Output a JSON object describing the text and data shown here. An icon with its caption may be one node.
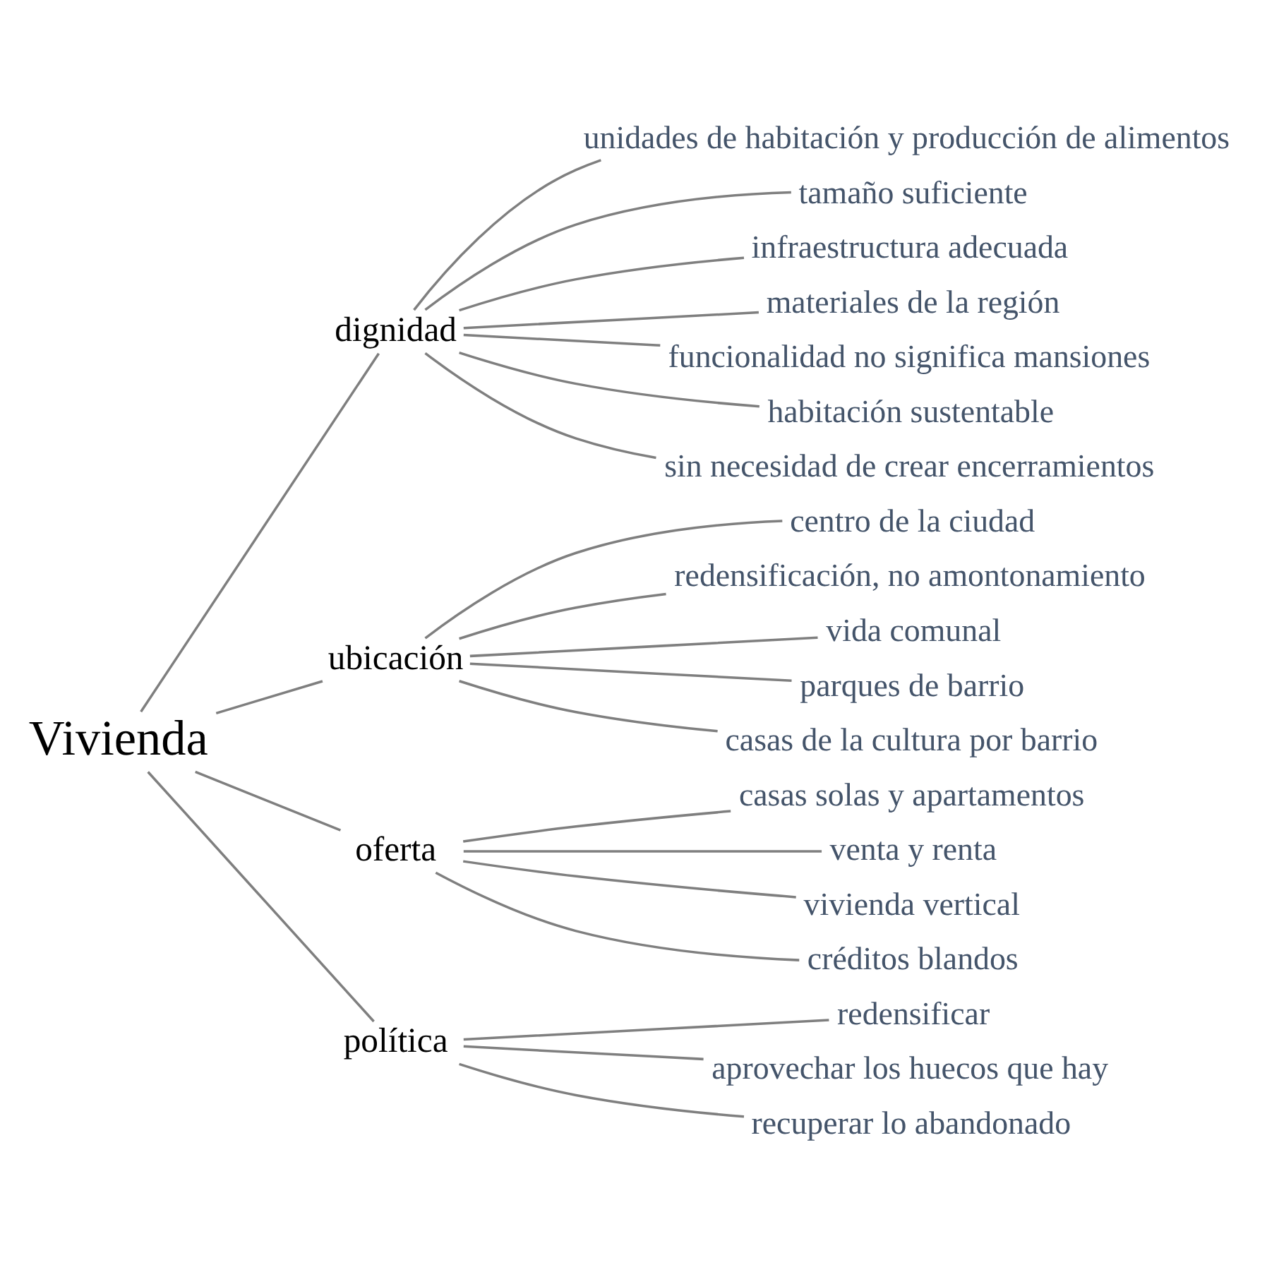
{
  "diagram": {
    "nodes": [
      {
        "text": [
          "Vivienda"
        ]
      },
      {
        "text": [
          "dignidad"
        ]
      },
      {
        "text": [
          "unidades de habitación y producción de alimentos"
        ]
      },
      {
        "text": [
          "tamaño suficiente"
        ]
      },
      {
        "text": [
          "infraestructura adecuada"
        ]
      },
      {
        "text": [
          "materiales de la región"
        ]
      },
      {
        "text": [
          "funcionalidad no significa mansiones"
        ]
      },
      {
        "text": [
          "habitación sustentable"
        ]
      },
      {
        "text": [
          "sin necesidad de crear encerramientos"
        ]
      },
      {
        "text": [
          "ubicación"
        ]
      },
      {
        "text": [
          "centro de la ciudad"
        ]
      },
      {
        "text": [
          "redensificación, no amontonamiento"
        ]
      },
      {
        "text": [
          "vida comunal"
        ]
      },
      {
        "text": [
          "parques de barrio"
        ]
      },
      {
        "text": [
          "casas de la cultura por barrio"
        ]
      },
      {
        "text": [
          "oferta"
        ]
      },
      {
        "text": [
          "casas solas y apartamentos"
        ]
      },
      {
        "text": [
          "venta y renta"
        ]
      },
      {
        "text": [
          "vivienda vertical"
        ]
      },
      {
        "text": [
          "créditos blandos"
        ]
      },
      {
        "text": [
          "política"
        ]
      },
      {
        "text": [
          "redensificar"
        ]
      },
      {
        "text": [
          "aprovechar los huecos que hay"
        ]
      },
      {
        "text": [
          "recuperar lo abandonado"
        ]
      }
    ],
    "edges": [
      {
        "from": 0,
        "to": 1,
        "arrow": "none"
      },
      {
        "from": 1,
        "to": 2,
        "arrow": "none"
      },
      {
        "from": 1,
        "to": 3,
        "arrow": "none"
      },
      {
        "from": 1,
        "to": 4,
        "arrow": "none"
      },
      {
        "from": 1,
        "to": 5,
        "arrow": "none"
      },
      {
        "from": 1,
        "to": 6,
        "arrow": "none"
      },
      {
        "from": 1,
        "to": 7,
        "arrow": "none"
      },
      {
        "from": 1,
        "to": 8,
        "arrow": "none"
      },
      {
        "from": 0,
        "to": 9,
        "arrow": "none"
      },
      {
        "from": 9,
        "to": 10,
        "arrow": "none"
      },
      {
        "from": 9,
        "to": 11,
        "arrow": "none"
      },
      {
        "from": 9,
        "to": 12,
        "arrow": "none"
      },
      {
        "from": 9,
        "to": 13,
        "arrow": "none"
      },
      {
        "from": 9,
        "to": 14,
        "arrow": "none"
      },
      {
        "from": 0,
        "to": 15,
        "arrow": "none"
      },
      {
        "from": 15,
        "to": 16,
        "arrow": "none"
      },
      {
        "from": 15,
        "to": 17,
        "arrow": "none"
      },
      {
        "from": 15,
        "to": 18,
        "arrow": "none"
      },
      {
        "from": 15,
        "to": 19,
        "arrow": "none"
      },
      {
        "from": 0,
        "to": 20,
        "arrow": "none"
      },
      {
        "from": 20,
        "to": 21,
        "arrow": "none"
      },
      {
        "from": 20,
        "to": 22,
        "arrow": "none"
      },
      {
        "from": 20,
        "to": 23,
        "arrow": "none"
      }
    ]
  }
}
